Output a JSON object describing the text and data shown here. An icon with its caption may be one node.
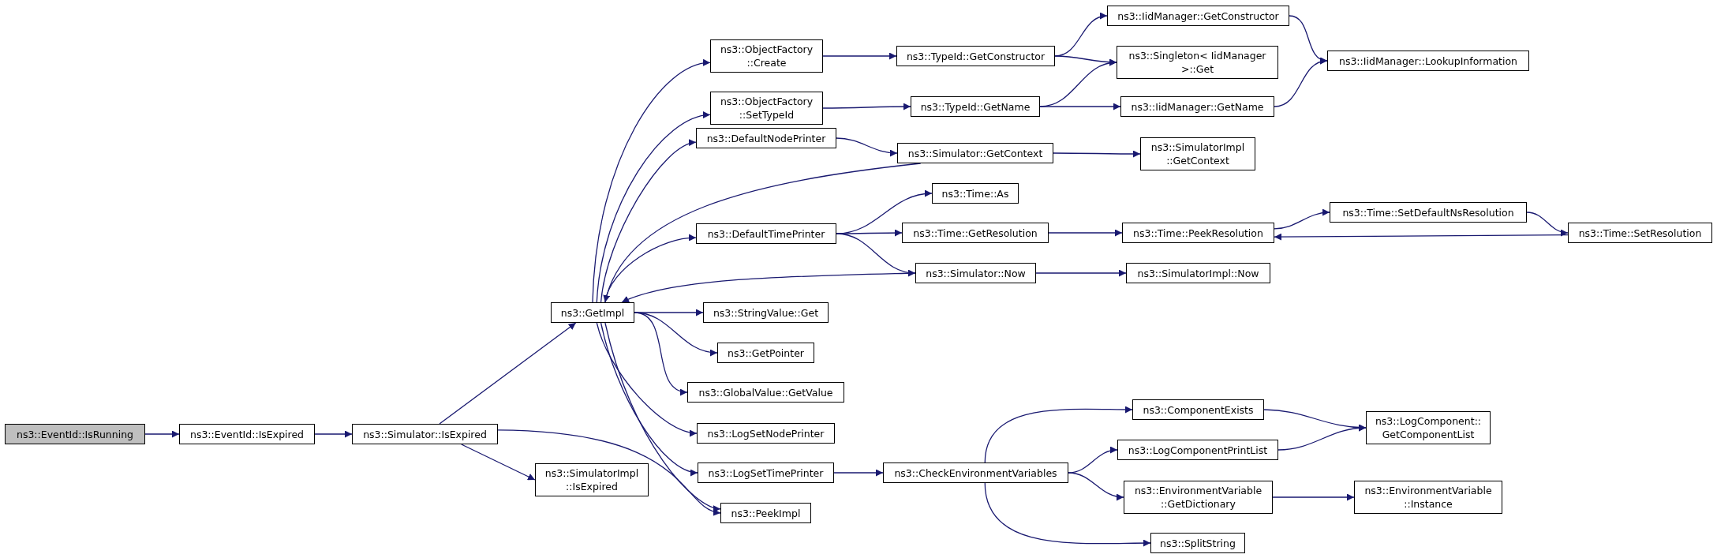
{
  "diagram": {
    "nodes": [
      {
        "text": [
          "ns3::EventId::IsRunning"
        ]
      },
      {
        "text": [
          "ns3::EventId::IsExpired"
        ]
      },
      {
        "text": [
          "ns3::Simulator::IsExpired"
        ]
      },
      {
        "text": [
          "ns3::GetImpl"
        ]
      },
      {
        "text": [
          "ns3::ObjectFactory ::Create"
        ]
      },
      {
        "text": [
          "ns3::ObjectFactory ::SetTypeId"
        ]
      },
      {
        "text": [
          "ns3::DefaultNodePrinter"
        ]
      },
      {
        "text": [
          "ns3::DefaultTimePrinter"
        ]
      },
      {
        "text": [
          "ns3::TypeId::GetConstructor"
        ]
      },
      {
        "text": [
          "ns3::IidManager::GetConstructor"
        ]
      },
      {
        "text": [
          "ns3::Singleton< IidManager >::Get"
        ]
      },
      {
        "text": [
          "ns3::IidManager::LookupInformation"
        ]
      },
      {
        "text": [
          "ns3::TypeId::GetName"
        ]
      },
      {
        "text": [
          "ns3::IidManager::GetName"
        ]
      },
      {
        "text": [
          "ns3::Simulator::GetContext"
        ]
      },
      {
        "text": [
          "ns3::SimulatorImpl ::GetContext"
        ]
      },
      {
        "text": [
          "ns3::Time::As"
        ]
      },
      {
        "text": [
          "ns3::Time::GetResolution"
        ]
      },
      {
        "text": [
          "ns3::Time::PeekResolution"
        ]
      },
      {
        "text": [
          "ns3::Time::SetDefaultNsResolution"
        ]
      },
      {
        "text": [
          "ns3::Time::SetResolution"
        ]
      },
      {
        "text": [
          "ns3::Simulator::Now"
        ]
      },
      {
        "text": [
          "ns3::SimulatorImpl::Now"
        ]
      },
      {
        "text": [
          "ns3::StringValue::Get"
        ]
      },
      {
        "text": [
          "ns3::GetPointer"
        ]
      },
      {
        "text": [
          "ns3::GlobalValue::GetValue"
        ]
      },
      {
        "text": [
          "ns3::LogSetNodePrinter"
        ]
      },
      {
        "text": [
          "ns3::LogSetTimePrinter"
        ]
      },
      {
        "text": [
          "ns3::PeekImpl"
        ]
      },
      {
        "text": [
          "ns3::SimulatorImpl ::IsExpired"
        ]
      },
      {
        "text": [
          "ns3::CheckEnvironmentVariables"
        ]
      },
      {
        "text": [
          "ns3::ComponentExists"
        ]
      },
      {
        "text": [
          "ns3::LogComponentPrintList"
        ]
      },
      {
        "text": [
          "ns3::EnvironmentVariable ::GetDictionary"
        ]
      },
      {
        "text": [
          "ns3::SplitString"
        ]
      },
      {
        "text": [
          "ns3::LogComponent:: GetComponentList"
        ]
      },
      {
        "text": [
          "ns3::EnvironmentVariable ::Instance"
        ]
      }
    ],
    "edges": [
      {
        "from": 0,
        "to": 1,
        "arrow": "to"
      },
      {
        "from": 1,
        "to": 2,
        "arrow": "to"
      },
      {
        "from": 2,
        "to": 3,
        "arrow": "to"
      },
      {
        "from": 2,
        "to": 29,
        "arrow": "to"
      },
      {
        "from": 2,
        "to": 28,
        "arrow": "to"
      },
      {
        "from": 3,
        "to": 4,
        "arrow": "to"
      },
      {
        "from": 3,
        "to": 5,
        "arrow": "to"
      },
      {
        "from": 3,
        "to": 6,
        "arrow": "to"
      },
      {
        "from": 3,
        "to": 7,
        "arrow": "to"
      },
      {
        "from": 3,
        "to": 23,
        "arrow": "to"
      },
      {
        "from": 3,
        "to": 24,
        "arrow": "to"
      },
      {
        "from": 3,
        "to": 25,
        "arrow": "to"
      },
      {
        "from": 3,
        "to": 26,
        "arrow": "to"
      },
      {
        "from": 3,
        "to": 27,
        "arrow": "to"
      },
      {
        "from": 3,
        "to": 28,
        "arrow": "to"
      },
      {
        "from": 4,
        "to": 8,
        "arrow": "to"
      },
      {
        "from": 5,
        "to": 12,
        "arrow": "to"
      },
      {
        "from": 6,
        "to": 14,
        "arrow": "to"
      },
      {
        "from": 7,
        "to": 16,
        "arrow": "to"
      },
      {
        "from": 7,
        "to": 17,
        "arrow": "to"
      },
      {
        "from": 7,
        "to": 21,
        "arrow": "to"
      },
      {
        "from": 8,
        "to": 9,
        "arrow": "to"
      },
      {
        "from": 8,
        "to": 10,
        "arrow": "to"
      },
      {
        "from": 9,
        "to": 11,
        "arrow": "to"
      },
      {
        "from": 12,
        "to": 10,
        "arrow": "to"
      },
      {
        "from": 12,
        "to": 13,
        "arrow": "to"
      },
      {
        "from": 13,
        "to": 11,
        "arrow": "to"
      },
      {
        "from": 14,
        "to": 15,
        "arrow": "to"
      },
      {
        "from": 14,
        "to": 3,
        "arrow": "to"
      },
      {
        "from": 21,
        "to": 3,
        "arrow": "to"
      },
      {
        "from": 21,
        "to": 22,
        "arrow": "to"
      },
      {
        "from": 17,
        "to": 18,
        "arrow": "to"
      },
      {
        "from": 18,
        "to": 19,
        "arrow": "to"
      },
      {
        "from": 19,
        "to": 20,
        "arrow": "to"
      },
      {
        "from": 20,
        "to": 18,
        "arrow": "to"
      },
      {
        "from": 27,
        "to": 30,
        "arrow": "to"
      },
      {
        "from": 30,
        "to": 31,
        "arrow": "to"
      },
      {
        "from": 30,
        "to": 32,
        "arrow": "to"
      },
      {
        "from": 30,
        "to": 33,
        "arrow": "to"
      },
      {
        "from": 30,
        "to": 34,
        "arrow": "to"
      },
      {
        "from": 31,
        "to": 35,
        "arrow": "to"
      },
      {
        "from": 32,
        "to": 35,
        "arrow": "to"
      },
      {
        "from": 33,
        "to": 36,
        "arrow": "to"
      }
    ]
  }
}
